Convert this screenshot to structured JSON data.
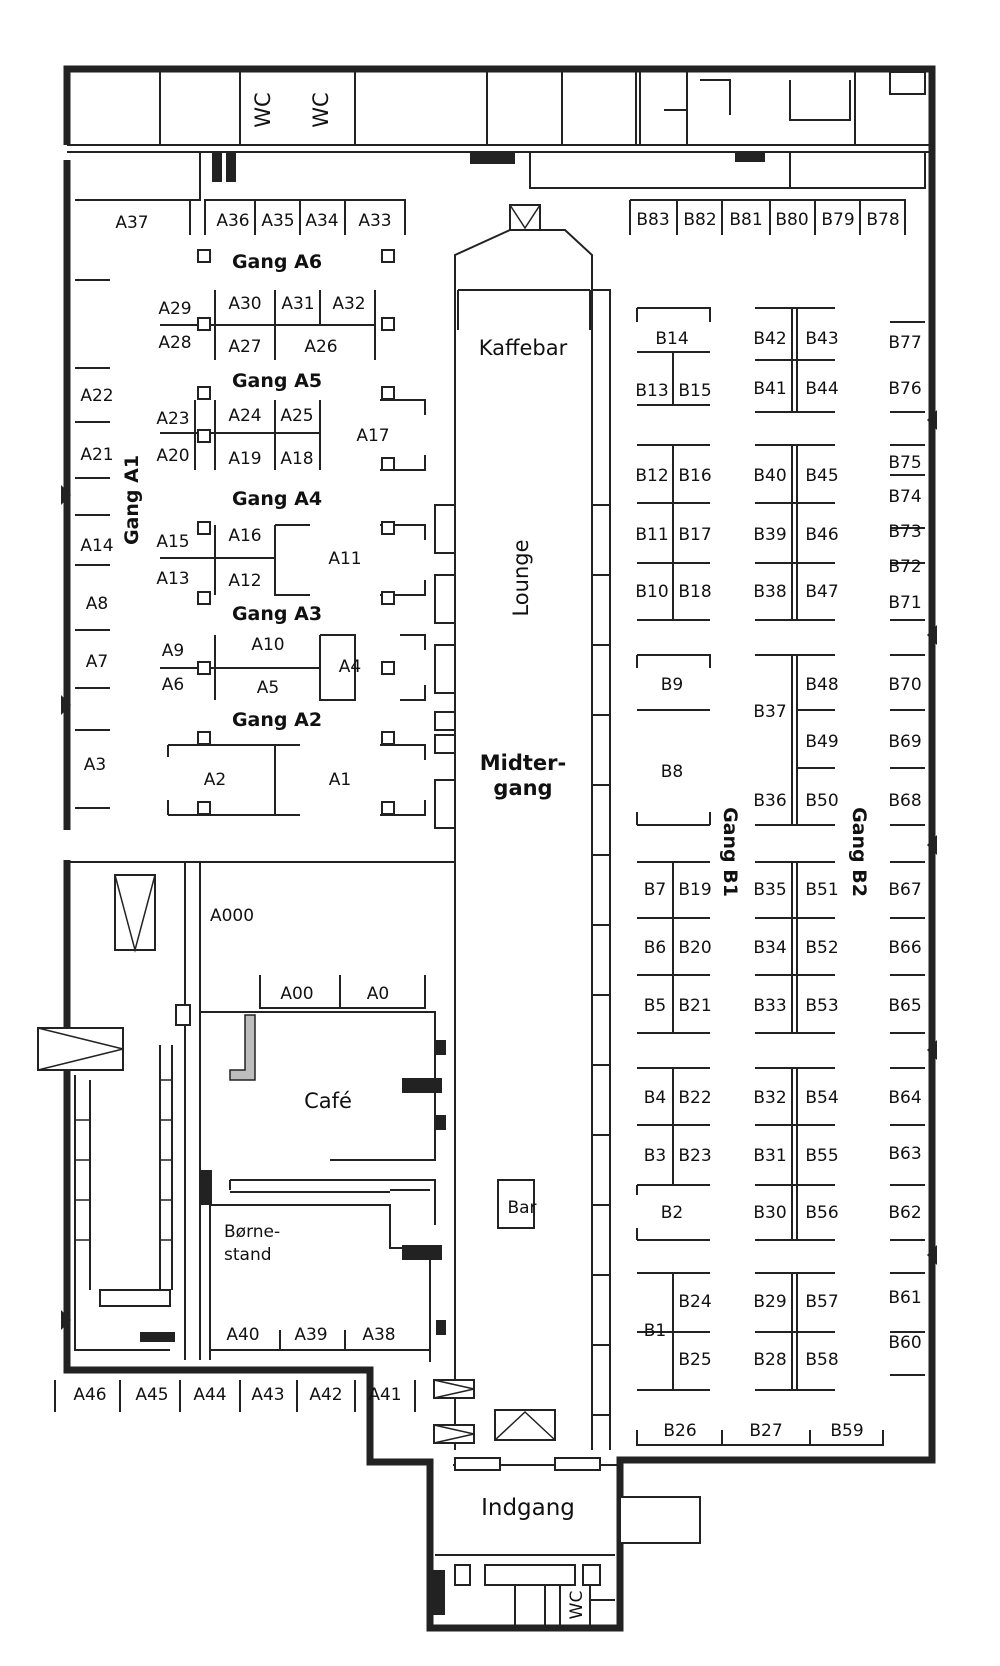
{
  "map": {
    "areas": {
      "kaffebar": "Kaffebar",
      "lounge": "Lounge",
      "midtergang_1": "Midter-",
      "midtergang_2": "gang",
      "cafe": "Café",
      "bar": "Bar",
      "born_1": "Børne-",
      "born_2": "stand",
      "indgang": "Indgang",
      "wc_1": "WC",
      "wc_2": "WC",
      "wc_3": "WC"
    },
    "aisles": {
      "a6": "Gang A6",
      "a5": "Gang A5",
      "a4": "Gang A4",
      "a3": "Gang A3",
      "a2": "Gang A2",
      "a1": "Gang A1",
      "b1": "Gang B1",
      "b2": "Gang B2"
    },
    "booths": [
      "A37",
      "A36",
      "A35",
      "A34",
      "A33",
      "A29",
      "A30",
      "A31",
      "A32",
      "A28",
      "A27",
      "A26",
      "A22",
      "A21",
      "A23",
      "A24",
      "A25",
      "A17",
      "A20",
      "A19",
      "A18",
      "A14",
      "A15",
      "A16",
      "A11",
      "A13",
      "A12",
      "A8",
      "A7",
      "A9",
      "A10",
      "A4",
      "A6",
      "A5",
      "A3",
      "A2",
      "A1",
      "A000",
      "A00",
      "A0",
      "A40",
      "A39",
      "A38",
      "A46",
      "A45",
      "A44",
      "A43",
      "A42",
      "A41",
      "B83",
      "B82",
      "B81",
      "B80",
      "B79",
      "B78",
      "B14",
      "B42",
      "B43",
      "B77",
      "B13",
      "B15",
      "B41",
      "B44",
      "B76",
      "B75",
      "B12",
      "B16",
      "B40",
      "B45",
      "B74",
      "B73",
      "B11",
      "B17",
      "B39",
      "B46",
      "B72",
      "B10",
      "B18",
      "B38",
      "B47",
      "B71",
      "B9",
      "B48",
      "B70",
      "B37",
      "B49",
      "B69",
      "B8",
      "B36",
      "B50",
      "B68",
      "B7",
      "B19",
      "B35",
      "B51",
      "B67",
      "B6",
      "B20",
      "B34",
      "B52",
      "B66",
      "B5",
      "B21",
      "B33",
      "B53",
      "B65",
      "B4",
      "B22",
      "B32",
      "B54",
      "B64",
      "B3",
      "B23",
      "B31",
      "B55",
      "B63",
      "B2",
      "B30",
      "B56",
      "B62",
      "B24",
      "B29",
      "B57",
      "B61",
      "B1",
      "B60",
      "B25",
      "B28",
      "B58",
      "B26",
      "B27",
      "B59"
    ]
  }
}
